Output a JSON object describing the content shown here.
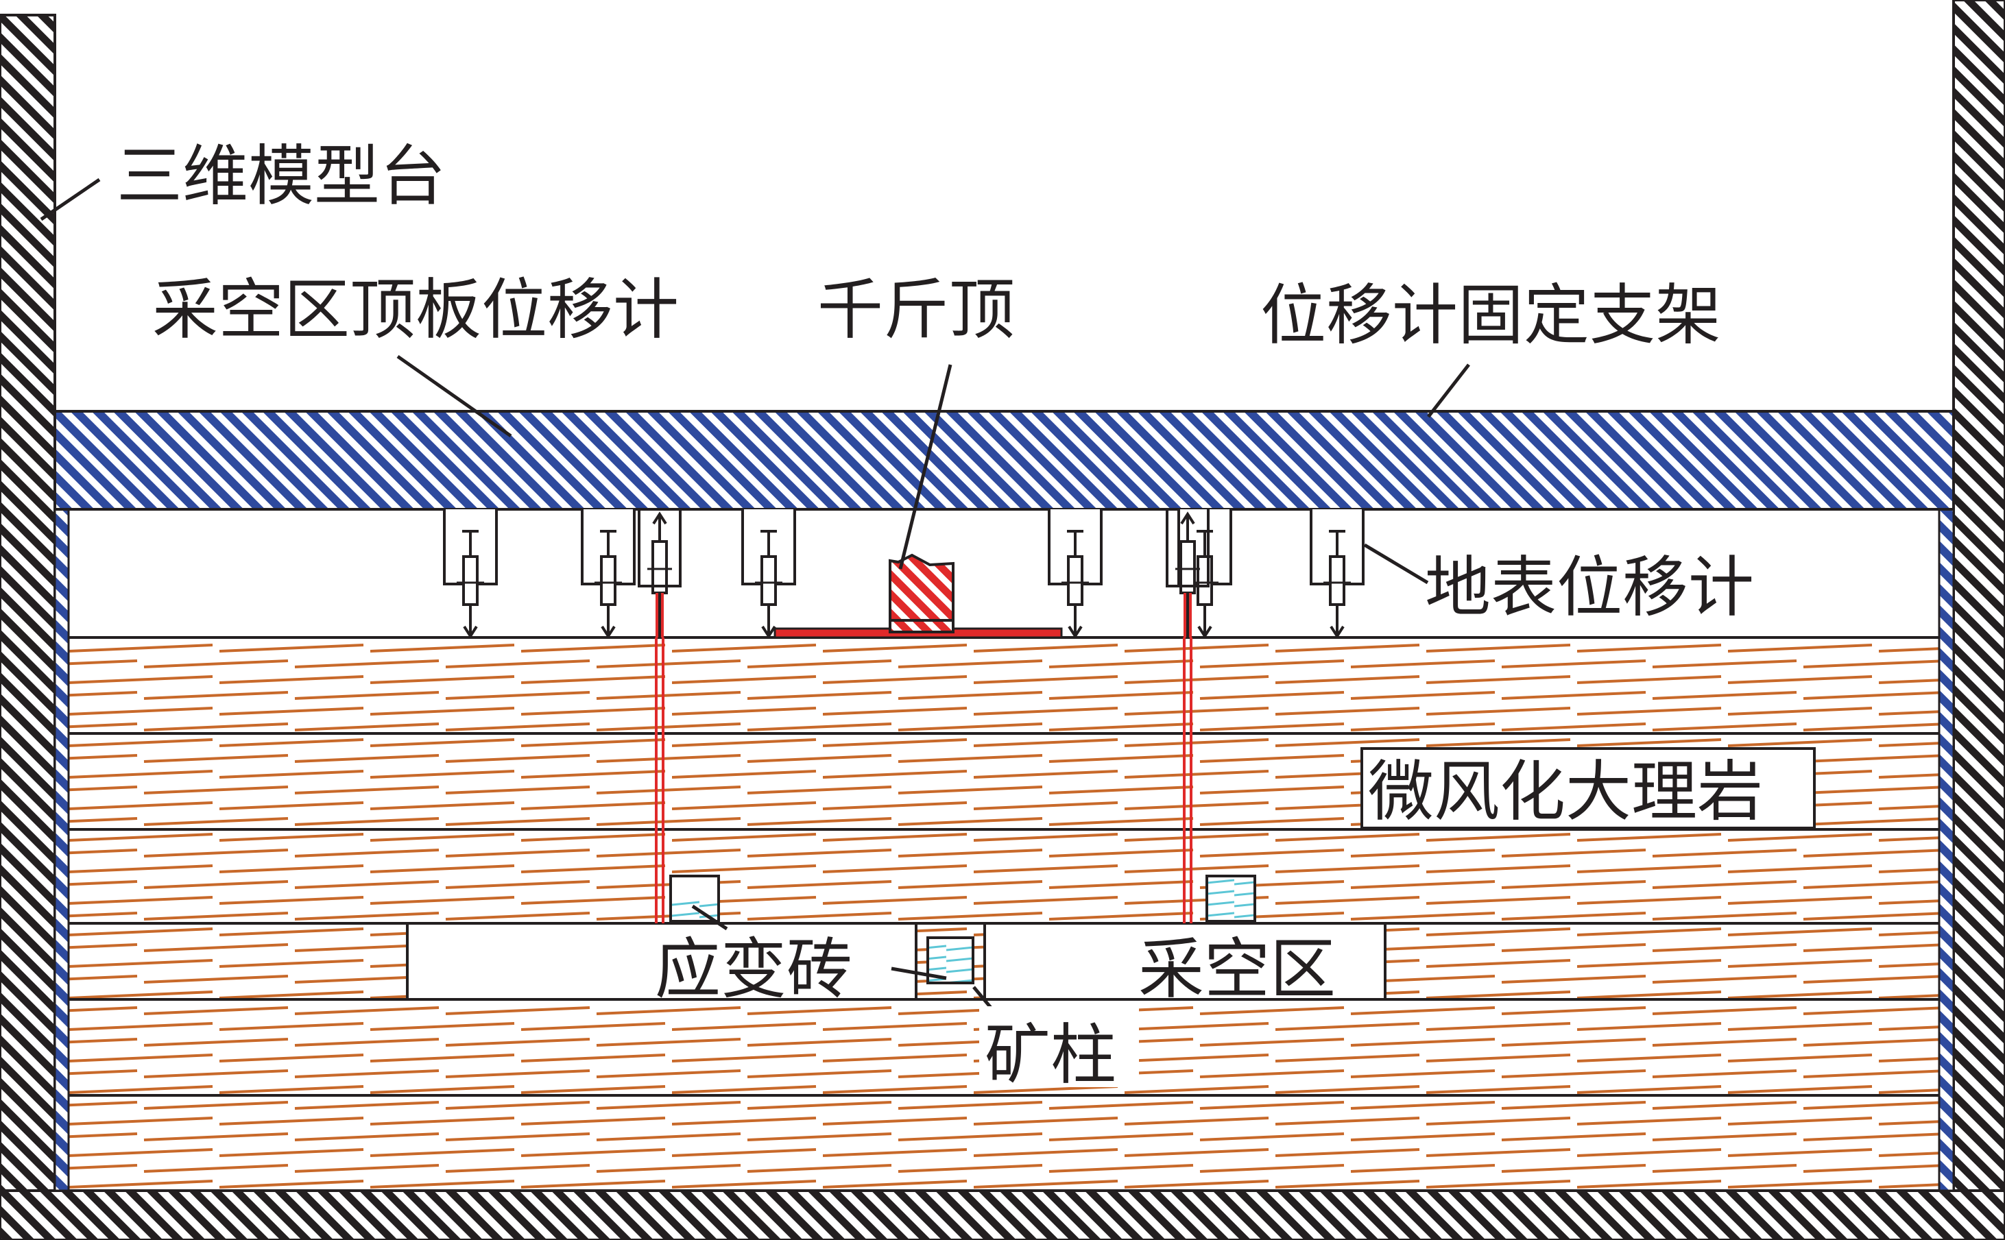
{
  "labels": {
    "model_frame": "三维模型台",
    "roof_gauge": "采空区顶板位移计",
    "jack": "千斤顶",
    "gauge_bracket": "位移计固定支架",
    "surface_gauge": "地表位移计",
    "rock": "微风化大理岩",
    "strain_brick": "应变砖",
    "goaf": "采空区",
    "pillar": "矿柱"
  },
  "colors": {
    "frame_hatch": "#231f20",
    "bracket_blue": "#2e4a9e",
    "rock_orange": "#c8692a",
    "jack_red": "#e02a2a",
    "brick_cyan": "#5cc6d6",
    "outline": "#231f20"
  }
}
